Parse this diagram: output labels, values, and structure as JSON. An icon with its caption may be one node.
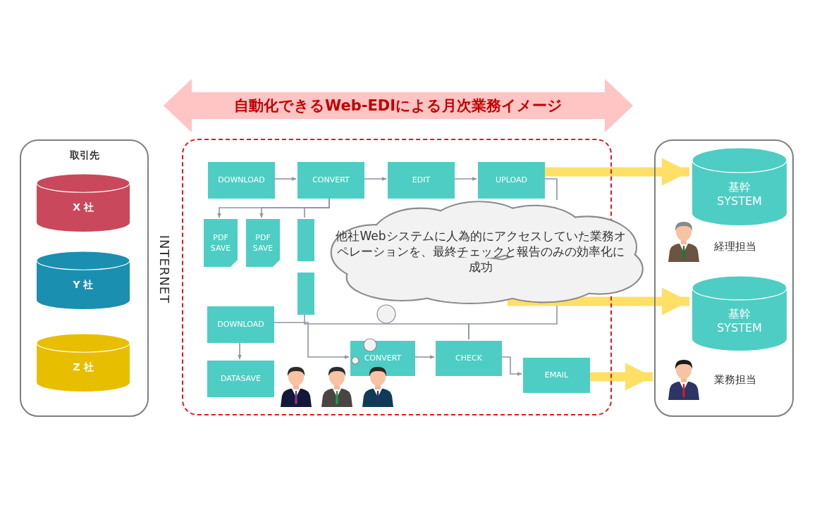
{
  "diagram": {
    "title": "自動化できるWeb-EDIによる月次業務イメージ",
    "nodes": [
      {
        "text": [
          "取引先"
        ]
      },
      {
        "text": [
          "X 社"
        ],
        "in": 0
      },
      {
        "text": [
          "Y 社"
        ],
        "in": 0
      },
      {
        "text": [
          "Z 社"
        ],
        "in": 0
      },
      {
        "text": [],
        "shape": "box"
      },
      {
        "text": [
          "DOWNLOAD"
        ],
        "in": 4
      },
      {
        "text": [
          "CONVERT"
        ],
        "in": 4
      },
      {
        "text": [
          "EDIT"
        ],
        "in": 4
      },
      {
        "text": [
          "UPLOAD"
        ],
        "in": 4
      },
      {
        "text": [
          "PDF SAVE"
        ],
        "in": 4
      },
      {
        "text": [
          "PDF SAVE"
        ],
        "in": 4
      },
      {
        "text": [],
        "shape": "box",
        "in": 4
      },
      {
        "text": [],
        "shape": "box",
        "in": 4
      },
      {
        "text": [
          "DOWNLOAD"
        ],
        "in": 4
      },
      {
        "text": [
          "DATASAVE"
        ],
        "in": 4
      },
      {
        "text": [
          "CONVERT"
        ],
        "in": 4
      },
      {
        "text": [
          "CHECK"
        ],
        "in": 4
      },
      {
        "text": [
          "EMAIL"
        ],
        "in": 4
      },
      {
        "text": [
          "他社Webシステムに人為的にアクセスしていた業務オペレーションを、最終チェックと報告のみの効率化に成功"
        ]
      },
      {
        "text": [],
        "shape": "box"
      },
      {
        "text": [
          "基幹 SYSTEM"
        ],
        "in": 19
      },
      {
        "text": [
          "基幹 SYSTEM"
        ],
        "in": 19
      }
    ],
    "edges": [
      {
        "from": 5,
        "to": 6,
        "arrow": "to"
      },
      {
        "from": 6,
        "to": 7,
        "arrow": "to"
      },
      {
        "from": 7,
        "to": 8,
        "arrow": "to"
      },
      {
        "from": 6,
        "to": 9,
        "arrow": "to"
      },
      {
        "from": 6,
        "to": 10,
        "arrow": "to"
      },
      {
        "from": 6,
        "to": 11,
        "arrow": "none"
      },
      {
        "from": 8,
        "to": 18,
        "arrow": "none"
      },
      {
        "from": 18,
        "to": 16,
        "arrow": "none"
      },
      {
        "from": 12,
        "to": 16,
        "arrow": "none"
      },
      {
        "from": 13,
        "to": 15,
        "arrow": "to"
      },
      {
        "from": 13,
        "to": 14,
        "arrow": "to"
      },
      {
        "from": 15,
        "to": 16,
        "arrow": "to"
      },
      {
        "from": 16,
        "to": 17,
        "arrow": "to"
      },
      {
        "from": 8,
        "to": 20,
        "arrow": "to",
        "style": "thick",
        "color": "#ffe066"
      },
      {
        "from": 18,
        "to": 21,
        "arrow": "to",
        "style": "thick",
        "color": "#ffe066"
      },
      {
        "from": 17,
        "to": 19,
        "arrow": "to",
        "style": "thick",
        "color": "#ffe066"
      }
    ],
    "labels": [
      "INTERNET",
      "経理担当",
      "業務担当"
    ]
  }
}
